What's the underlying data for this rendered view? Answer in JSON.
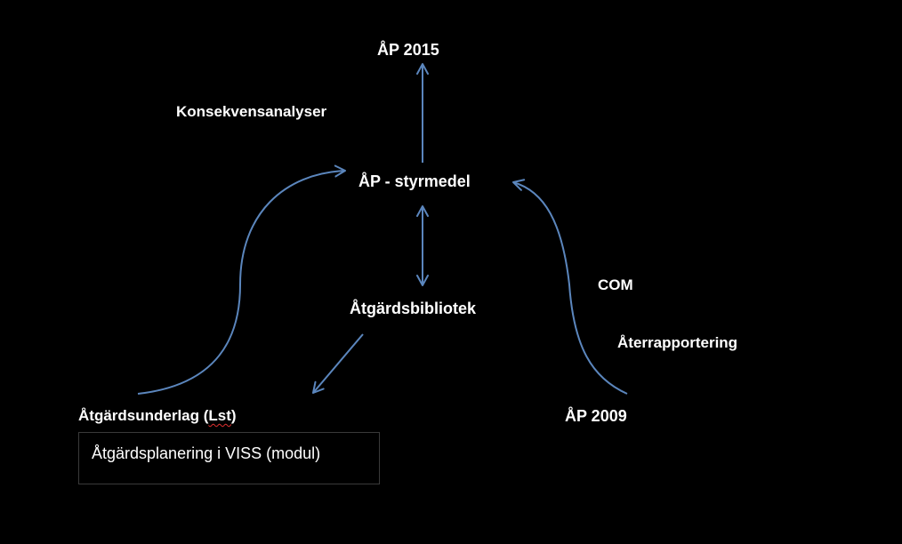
{
  "nodes": {
    "ap2015": "ÅP 2015",
    "konsekvens": "Konsekvensanalyser",
    "styrmedel": "ÅP - styrmedel",
    "bibliotek": "Åtgärdsbibliotek",
    "com": "COM",
    "aterrapportering": "Återrapportering",
    "underlag_prefix": "Åtgärdsunderlag (",
    "underlag_mid": "Lst",
    "underlag_suffix": ")",
    "ap2009": "ÅP 2009",
    "planering": "Åtgärdsplanering i VISS (modul)"
  },
  "colors": {
    "arrow": "#5b86bd",
    "background": "#000000",
    "text": "#ffffff"
  }
}
